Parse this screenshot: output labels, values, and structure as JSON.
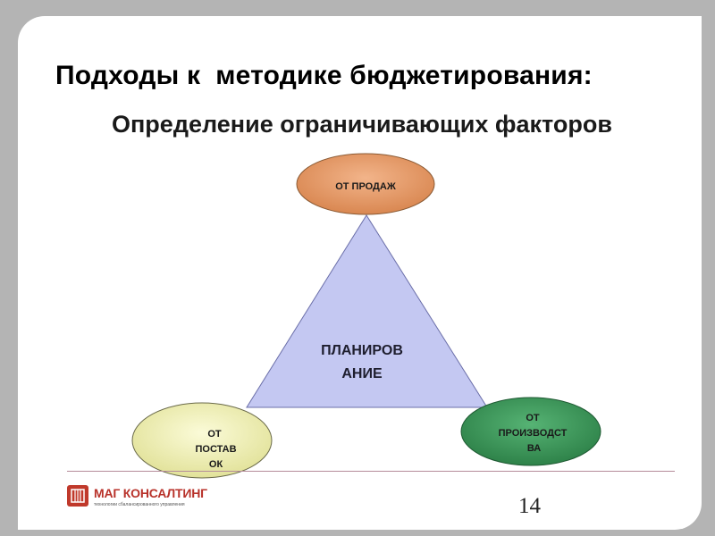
{
  "slide": {
    "title": "Подходы к  методике бюджетирования:",
    "subtitle": "Определение ограничивающих факторов",
    "page_number": "14"
  },
  "diagram": {
    "center": "ПЛАНИРОВ\nАНИЕ",
    "nodes": {
      "sales": "ОТ ПРОДАЖ",
      "supplies": "ОТ\n ПОСТАВ\n ОК",
      "production": "ОТ\nПРОИЗВОДСТ\n ВА"
    }
  },
  "logo": {
    "name": "МАГ КОНСАЛТИНГ",
    "tagline": "технологии сбалансированного управления"
  },
  "colors": {
    "triangle": "#c4c8f2",
    "sales": "#e2986a",
    "supplies": "#eeeeb4",
    "production": "#3f9a5e",
    "accent": "#b8322a"
  }
}
